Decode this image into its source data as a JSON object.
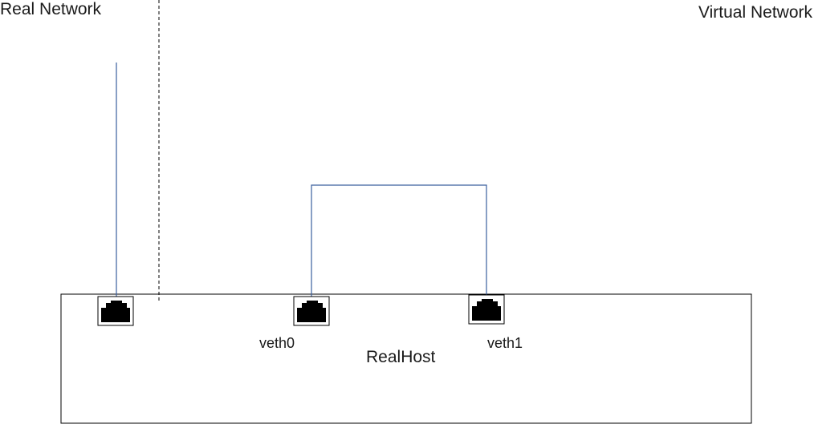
{
  "diagram": {
    "zones": {
      "real_network": "Real Network",
      "virtual_network": "Virtual Network"
    },
    "host": {
      "label": "RealHost"
    },
    "interfaces": [
      {
        "id": "physical",
        "label": ""
      },
      {
        "id": "veth0",
        "label": "veth0"
      },
      {
        "id": "veth1",
        "label": "veth1"
      }
    ],
    "links": [
      {
        "from": "real-network",
        "to": "physical"
      },
      {
        "from": "veth0",
        "to": "veth1"
      }
    ],
    "colors": {
      "link": "#3a5f9e",
      "box": "#000000"
    }
  }
}
